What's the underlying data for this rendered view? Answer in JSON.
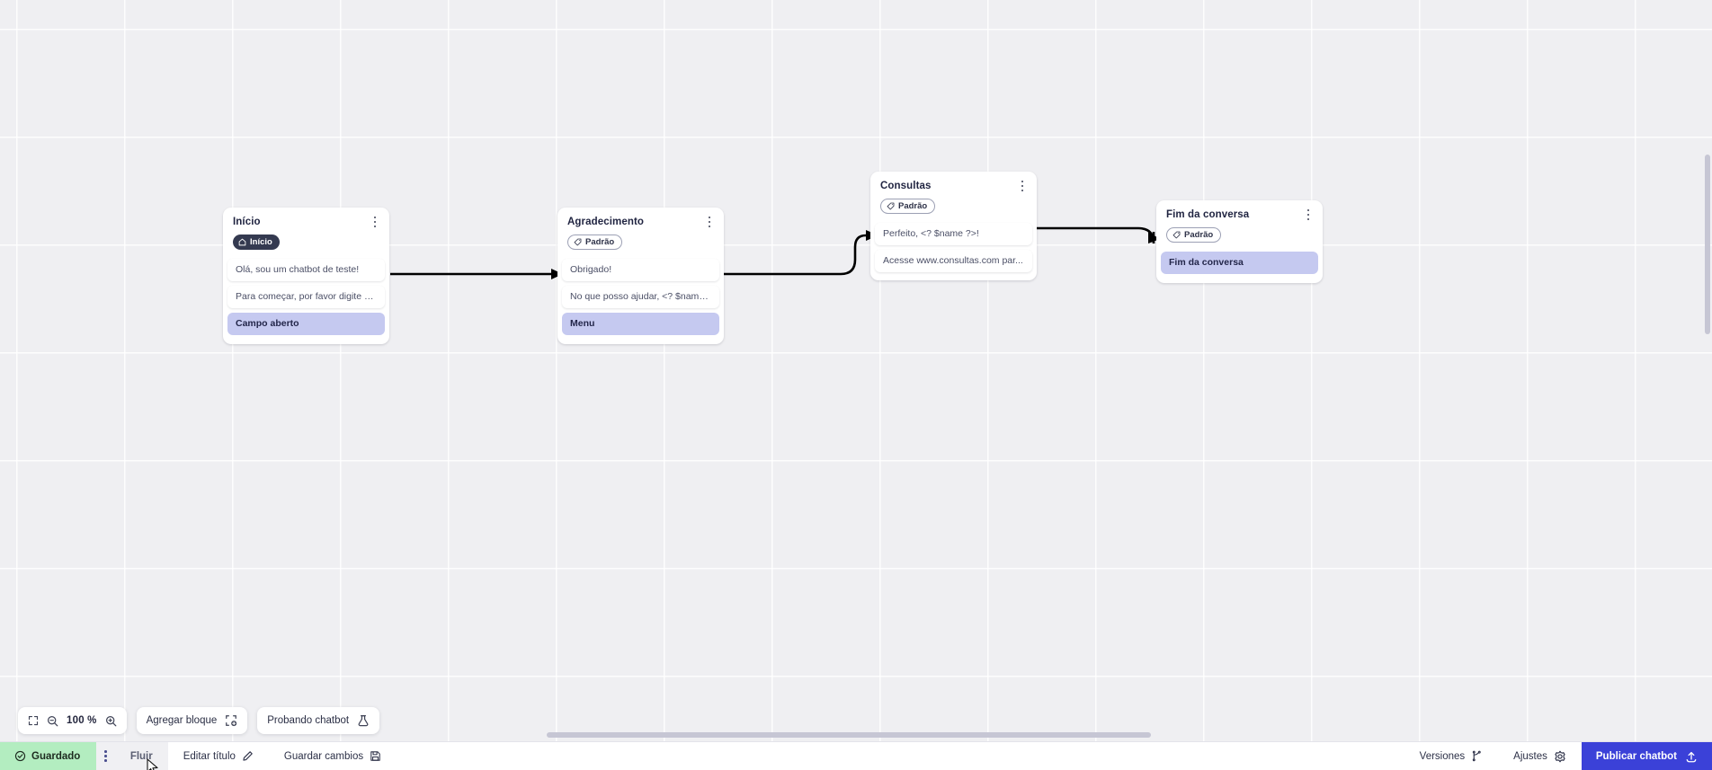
{
  "app": {
    "canvas_background": "#efeff2",
    "accent": "#3b41d8",
    "highlight_row_color": "#c5c9f0",
    "saved_badge_color": "#b3edc0"
  },
  "nodes": [
    {
      "id": "inicio",
      "title": "Início",
      "badge": {
        "label": "Início",
        "icon": "home-icon",
        "style": "start"
      },
      "rows": [
        {
          "text": "Olá, sou um chatbot de teste!",
          "highlight": false
        },
        {
          "text": "Para começar, por favor digite o ...",
          "highlight": false
        },
        {
          "text": "Campo aberto",
          "highlight": true
        }
      ]
    },
    {
      "id": "agradecimento",
      "title": "Agradecimento",
      "badge": {
        "label": "Padrão",
        "icon": "tag-icon",
        "style": "default"
      },
      "rows": [
        {
          "text": "Obrigado!",
          "highlight": false
        },
        {
          "text": "No que posso ajudar, <? $name ...",
          "highlight": false
        },
        {
          "text": "Menu",
          "highlight": true
        }
      ]
    },
    {
      "id": "consultas",
      "title": "Consultas",
      "badge": {
        "label": "Padrão",
        "icon": "tag-icon",
        "style": "default"
      },
      "rows": [
        {
          "text": "Perfeito, <? $name ?>!",
          "highlight": false
        },
        {
          "text": "Acesse www.consultas.com par...",
          "highlight": false
        }
      ]
    },
    {
      "id": "fim",
      "title": "Fim da conversa",
      "badge": {
        "label": "Padrão",
        "icon": "tag-icon",
        "style": "default"
      },
      "rows": [
        {
          "text": "Fim da conversa",
          "highlight": true
        }
      ]
    }
  ],
  "float_toolbar": {
    "fit_icon": "fit-screen-icon",
    "zoom_out_icon": "zoom-out-icon",
    "zoom_level": "100 %",
    "zoom_in_icon": "zoom-in-icon",
    "add_block_label": "Agregar bloque",
    "add_block_icon": "add-block-icon",
    "test_chatbot_label": "Probando chatbot",
    "test_chatbot_icon": "flask-icon"
  },
  "statusbar": {
    "saved_label": "Guardado",
    "saved_icon": "check-circle-icon",
    "kebab_icon": "kebab-menu-icon",
    "flow_label": "Fluir",
    "edit_title_label": "Editar título",
    "edit_title_icon": "pencil-icon",
    "save_changes_label": "Guardar cambios",
    "save_changes_icon": "save-disk-icon",
    "versions_label": "Versiones",
    "versions_icon": "branch-icon",
    "settings_label": "Ajustes",
    "settings_icon": "gear-icon",
    "publish_label": "Publicar chatbot",
    "publish_icon": "upload-icon"
  }
}
